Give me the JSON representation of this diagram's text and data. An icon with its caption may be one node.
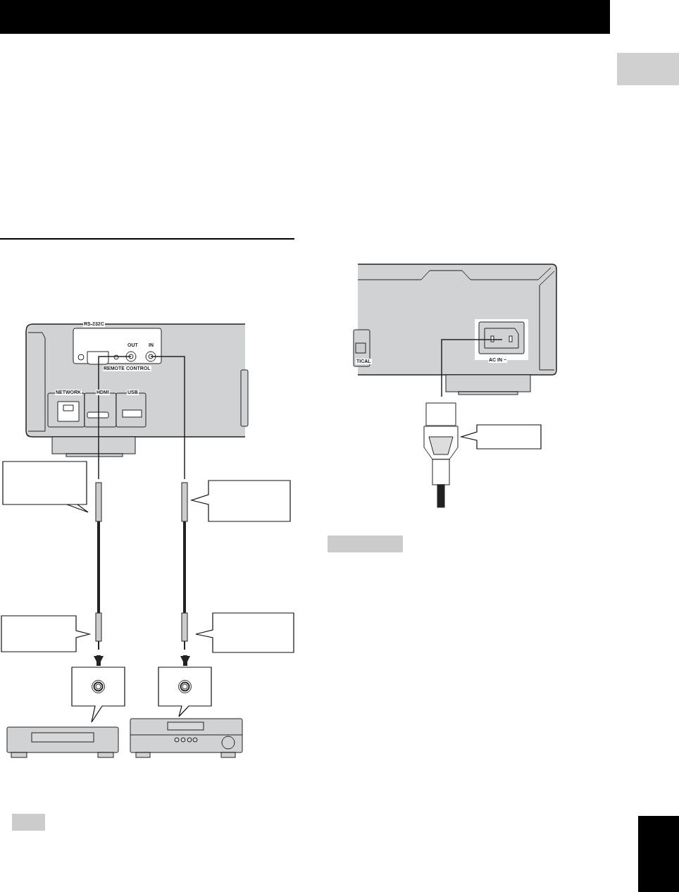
{
  "diagram": {
    "nodes": [
      {
        "text": [],
        "shape": "box"
      },
      {
        "text": [],
        "shape": "box"
      },
      {
        "text": [],
        "shape": "box"
      },
      {
        "text": [],
        "shape": "box"
      },
      {
        "text": [],
        "shape": "box"
      },
      {
        "text": [],
        "shape": "box"
      },
      {
        "text": [],
        "shape": "box"
      },
      {
        "text": [],
        "shape": "box"
      },
      {
        "text": [],
        "shape": "box"
      },
      {
        "text": [],
        "shape": "box"
      },
      {
        "text": [],
        "shape": "box"
      }
    ],
    "edges": [
      {
        "from": null,
        "to": 4,
        "arrow": "to"
      },
      {
        "from": null,
        "to": 5,
        "arrow": "to"
      }
    ],
    "labels": [
      "RS-232C",
      "OUT",
      "IN",
      "REMOTE CONTROL",
      "NETWORK",
      "HDMI",
      "USB",
      "TICAL",
      "AC IN ~"
    ]
  }
}
